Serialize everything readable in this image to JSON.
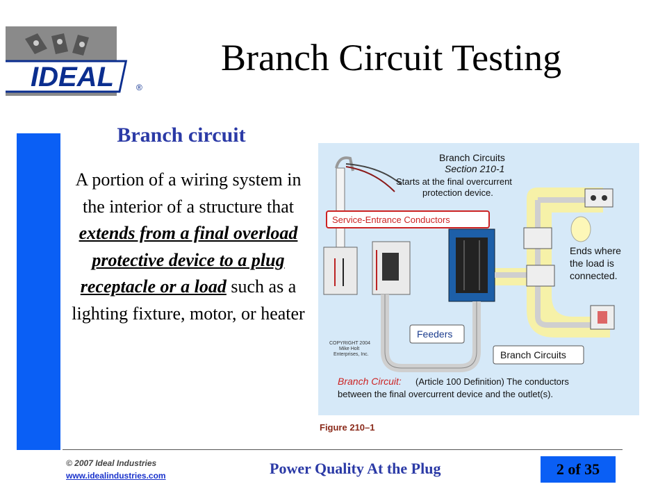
{
  "slide": {
    "title": "Branch Circuit Testing",
    "heading": "Branch circuit",
    "body": {
      "lead": "A portion of a wiring system in the interior of a structure that",
      "emphasis": "extends from a final overload protective device to a plug receptacle or a load",
      "tail": "such as a lighting fixture, motor, or heater"
    }
  },
  "logo": {
    "text": "IDEAL",
    "registered": "®"
  },
  "figure": {
    "callout_title": "Branch Circuits",
    "callout_section": "Section 210-1",
    "callout_line1": "Starts at the final overcurrent",
    "callout_line2": "protection device.",
    "service_label": "Service-Entrance Conductors",
    "ends_line1": "Ends where",
    "ends_line2": "the load is",
    "ends_line3": "connected.",
    "feeders_label": "Feeders",
    "branch_label": "Branch Circuits",
    "copyright_line1": "COPYRIGHT 2004",
    "copyright_line2": "Mike Holt",
    "copyright_line3": "Enterprises, Inc.",
    "definition_title": "Branch Circuit:",
    "definition_line1": "(Article 100 Definition) The conductors",
    "definition_line2": "between the final overcurrent device and the outlet(s).",
    "caption": "Figure 210–1"
  },
  "footer": {
    "copyright": "© 2007 Ideal Industries",
    "website": "www.idealindustries.com",
    "title": "Power Quality At the Plug",
    "page": "2 of 35"
  },
  "colors": {
    "accent_blue": "#0a5ff5",
    "heading_blue": "#2b3aa6",
    "figure_background": "#d6e9f8",
    "callout_red": "#cc2222",
    "highlight_yellow": "#f6f1a8"
  }
}
